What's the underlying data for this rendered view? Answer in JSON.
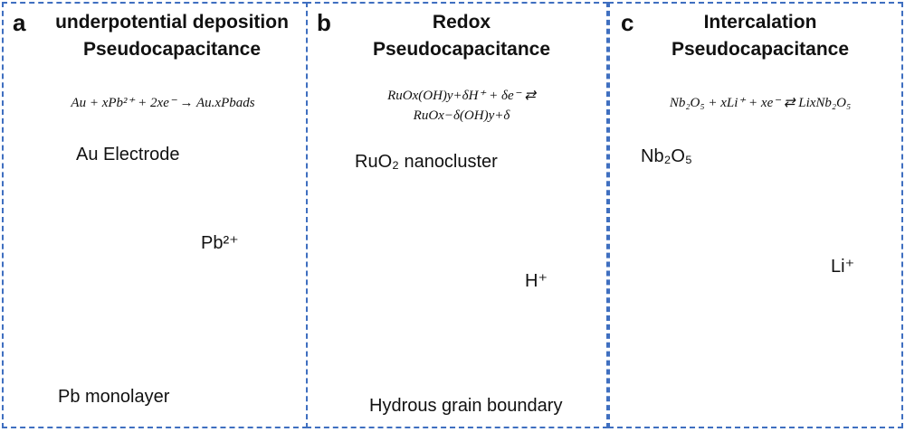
{
  "panels": {
    "a": {
      "letter": "a",
      "title_line1": "underpotential deposition",
      "title_line2": "Pseudocapacitance",
      "equation": "Au + xPb²⁺ + 2xe⁻ → Au.xPbads",
      "label_electrode": "Au Electrode",
      "label_ion": "Pb²⁺",
      "label_monolayer": "Pb monolayer"
    },
    "b": {
      "letter": "b",
      "title_line1": "Redox",
      "title_line2": "Pseudocapacitance",
      "equation_line1": "RuOx(OH)y+δH⁺ + δe⁻ ⇄",
      "equation_line2": "RuOx−δ(OH)y+δ",
      "label_cluster": "RuO₂ nanocluster",
      "label_ion": "H⁺",
      "label_boundary": "Hydrous grain boundary"
    },
    "c": {
      "letter": "c",
      "title_line1": "Intercalation",
      "title_line2": "Pseudocapacitance",
      "equation": "Nb₂O₅ + xLi⁺ + xe⁻ ⇄ LixNb₂O₅",
      "label_material": "Nb₂O₅",
      "label_ion": "Li⁺"
    }
  },
  "colors": {
    "border": "#3f6fc0",
    "arrow": "#f05a1a",
    "electrolyte": "#bfeff5",
    "pb_sphere": "#5b8fe0",
    "h_sphere": "#c8e61e",
    "li_sphere": "#55d23a",
    "nb2o5": "#cc44cc"
  }
}
